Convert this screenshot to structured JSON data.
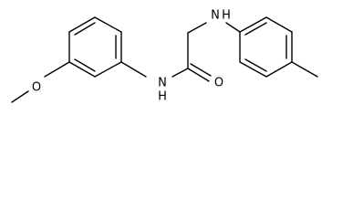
{
  "molecule": {
    "atoms": {
      "oxygen_ether": "O",
      "nitrogen_amide": "N",
      "hydrogen_amide": "H",
      "oxygen_carbonyl": "O",
      "nitrogen_amine": "N",
      "hydrogen_amine": "H"
    }
  }
}
